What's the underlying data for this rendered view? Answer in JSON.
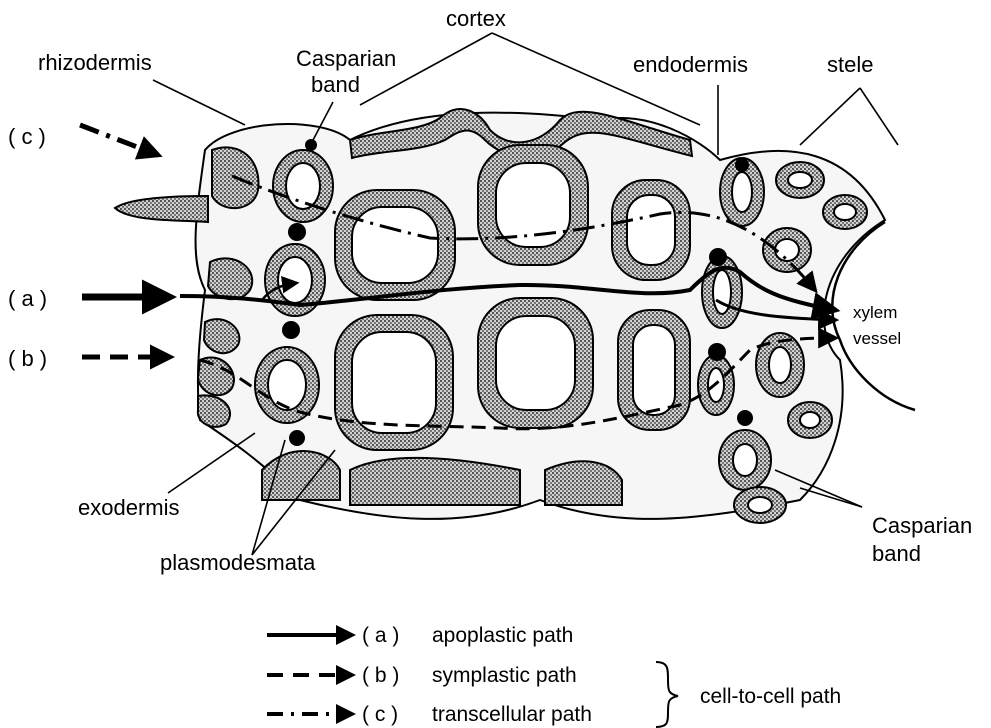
{
  "labels": {
    "cortex": "cortex",
    "rhizodermis": "rhizodermis",
    "casparian_top": [
      "Casparian",
      "band"
    ],
    "endodermis": "endodermis",
    "stele": "stele",
    "path_c": "( c )",
    "path_a": "( a )",
    "path_b": "( b )",
    "xylem": [
      "xylem",
      "vessel"
    ],
    "exodermis": "exodermis",
    "plasmodesmata": "plasmodesmata",
    "casparian_bottom": [
      "Casparian",
      "band"
    ]
  },
  "legend": {
    "items": [
      {
        "key": "( a )",
        "text": "apoplastic path"
      },
      {
        "key": "( b )",
        "text": "symplastic path"
      },
      {
        "key": "( c )",
        "text": "transcellular path"
      }
    ],
    "group_label": "cell-to-cell path"
  },
  "colors": {
    "stroke": "#000000",
    "cell_wall_fill": "#8c8c8c",
    "background": "#ffffff"
  }
}
